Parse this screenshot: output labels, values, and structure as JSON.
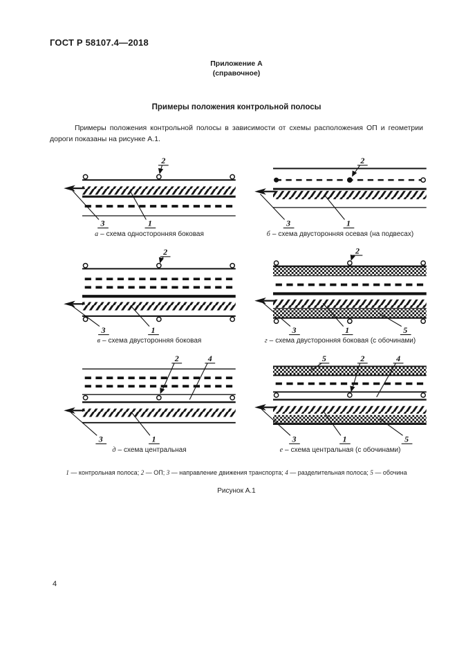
{
  "header": {
    "doc_number": "ГОСТ Р 58107.4—2018"
  },
  "appendix": {
    "label": "Приложение А",
    "note": "(справочное)"
  },
  "section": {
    "title": "Примеры положения контрольной полосы",
    "intro": "Примеры положения контрольной полосы в зависимости от схемы расположения ОП и геометрии дороги показаны на рисунке А.1."
  },
  "figure": {
    "label": "Рисунок А.1",
    "caption_sep": "–",
    "diagrams": [
      {
        "letter": "а",
        "caption": "схема односторонняя боковая"
      },
      {
        "letter": "б",
        "caption": "схема двусторонняя осевая (на подвесах)"
      },
      {
        "letter": "в",
        "caption": "схема двусторонняя боковая"
      },
      {
        "letter": "г",
        "caption": "схема двусторонняя боковая (с обочинами)"
      },
      {
        "letter": "д",
        "caption": "схема центральная"
      },
      {
        "letter": "е",
        "caption": "схема центральная (с обочинами)"
      }
    ],
    "callouts": {
      "c1": "1",
      "c2": "2",
      "c3": "3",
      "c4": "4",
      "c5": "5"
    }
  },
  "legend": {
    "dash": " — ",
    "sep": "; ",
    "items": [
      {
        "num": "1",
        "text": "контрольная полоса"
      },
      {
        "num": "2",
        "text": "ОП"
      },
      {
        "num": "3",
        "text": "направление движения транспорта"
      },
      {
        "num": "4",
        "text": "разделительная полоса"
      },
      {
        "num": "5",
        "text": "обочина"
      }
    ]
  },
  "footer": {
    "page_number": "4"
  }
}
